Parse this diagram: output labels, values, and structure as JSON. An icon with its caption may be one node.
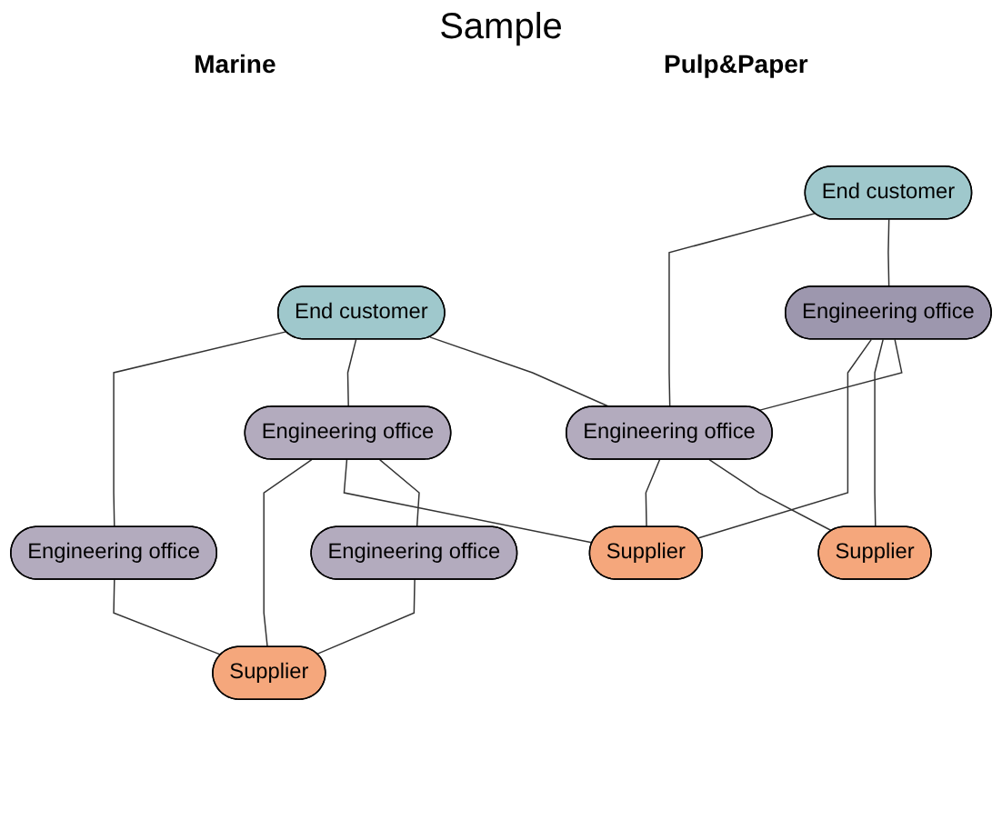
{
  "diagram": {
    "title": "Sample",
    "nodes": [
      {
        "text": [
          "End customer"
        ]
      },
      {
        "text": [
          "End customer"
        ]
      },
      {
        "text": [
          "Engineering office"
        ]
      },
      {
        "text": [
          "Engineering office"
        ]
      },
      {
        "text": [
          "Engineering office"
        ]
      },
      {
        "text": [
          "Engineering office"
        ]
      },
      {
        "text": [
          "Engineering office"
        ]
      },
      {
        "text": [
          "Supplier"
        ]
      },
      {
        "text": [
          "Supplier"
        ]
      },
      {
        "text": [
          "Supplier"
        ]
      }
    ],
    "edges": [
      {
        "from": 0,
        "to": 2,
        "arrow": "none"
      },
      {
        "from": 0,
        "to": 3,
        "arrow": "none"
      },
      {
        "from": 1,
        "to": 3,
        "arrow": "none"
      },
      {
        "from": 1,
        "to": 4,
        "arrow": "none"
      },
      {
        "from": 1,
        "to": 5,
        "arrow": "none"
      },
      {
        "from": 2,
        "to": 3,
        "arrow": "none"
      },
      {
        "from": 4,
        "to": 6,
        "arrow": "none"
      },
      {
        "from": 2,
        "to": 7,
        "arrow": "none"
      },
      {
        "from": 2,
        "to": 8,
        "arrow": "none"
      },
      {
        "from": 3,
        "to": 7,
        "arrow": "none"
      },
      {
        "from": 3,
        "to": 8,
        "arrow": "none"
      },
      {
        "from": 4,
        "to": 8,
        "arrow": "none"
      },
      {
        "from": 4,
        "to": 9,
        "arrow": "none"
      },
      {
        "from": 6,
        "to": 9,
        "arrow": "none"
      },
      {
        "from": 5,
        "to": 9,
        "arrow": "none"
      }
    ],
    "labels": [
      "Marine",
      "Pulp&Paper"
    ]
  }
}
